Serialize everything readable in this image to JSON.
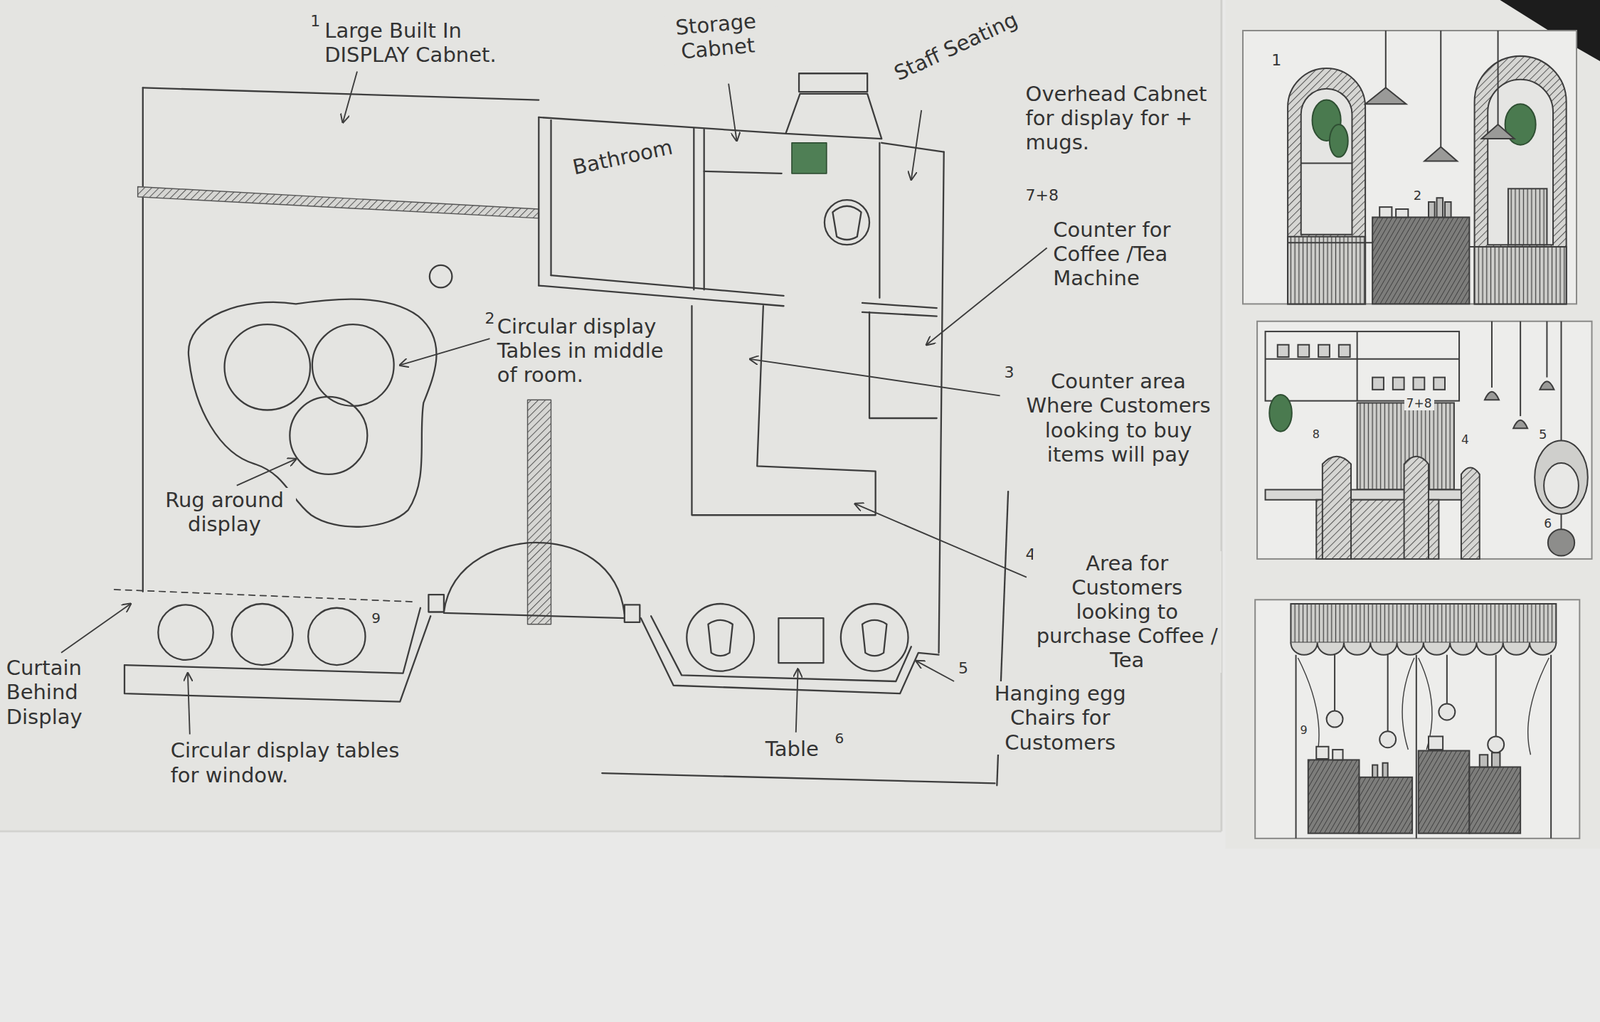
{
  "diagram": {
    "nodes": [
      {
        "text": [
          "Bathroom"
        ]
      }
    ],
    "labels": [
      "1",
      "Large Built In DISPLAY Cabnet.",
      "Storage Cabnet",
      "Staff Seating",
      "Overhead Cabnet for display for + mugs.",
      "7+8",
      "Counter for Coffee /Tea Machine",
      "3",
      "Counter area Where Customers looking to buy items will pay",
      "4",
      "Area for Customers looking to purchase Coffee / Tea",
      "5",
      "Hanging egg Chairs for Customers",
      "Table",
      "6",
      "Circular display tables for window.",
      "Curtain Behind Display",
      "9",
      "Rug around display",
      "2",
      "Circular display Tables in middle of room.",
      "1",
      "2",
      "7+8",
      "8",
      "4",
      "5",
      "6",
      "9"
    ]
  }
}
